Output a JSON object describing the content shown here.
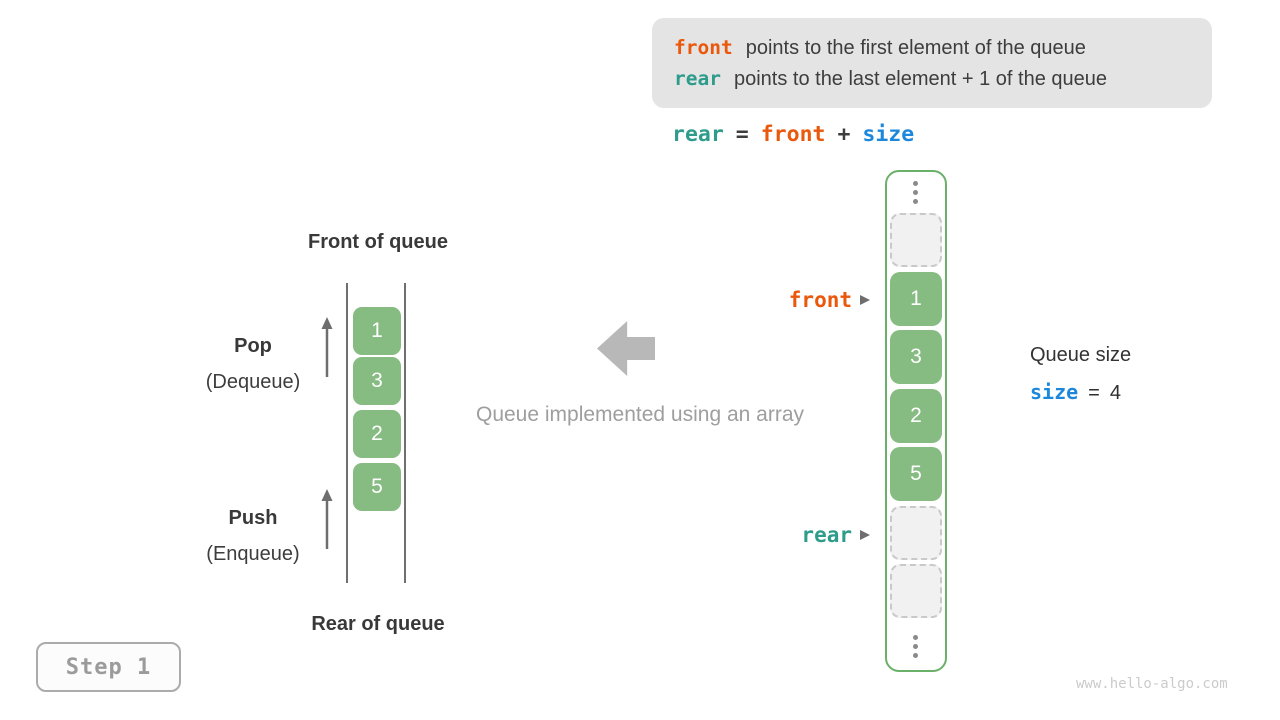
{
  "colors": {
    "code_orange": "#ea580c",
    "code_teal": "#2e9c8b",
    "code_blue": "#1c87db",
    "cell_green": "#86bb82",
    "array_border_green": "#6bb069",
    "info_box_bg": "#e4e4e4",
    "block_arrow_gray": "#b8b8b8",
    "caption_gray": "#9e9e9e"
  },
  "info_box": {
    "line1": {
      "code": "front",
      "text": "points to the first element of the queue"
    },
    "line2": {
      "code": "rear",
      "text": "points to the last element + 1 of the queue"
    }
  },
  "formula": {
    "lhs": "rear",
    "eq": "=",
    "mid": "front",
    "plus": "+",
    "rhs": "size"
  },
  "left_diagram": {
    "title": "Front of queue",
    "bottom_label": "Rear of queue",
    "pop_label": "Pop",
    "pop_sublabel": "(Dequeue)",
    "push_label": "Push",
    "push_sublabel": "(Enqueue)",
    "cells": [
      "1",
      "3",
      "2",
      "5"
    ]
  },
  "center_caption": "Queue implemented using an array",
  "right_diagram": {
    "front_pointer": "front",
    "rear_pointer": "rear",
    "cells": [
      "1",
      "3",
      "2",
      "5"
    ]
  },
  "queue_size": {
    "label": "Queue size",
    "var": "size",
    "eq": "=",
    "value": "4"
  },
  "step_badge": "Step 1",
  "watermark": "www.hello-algo.com"
}
